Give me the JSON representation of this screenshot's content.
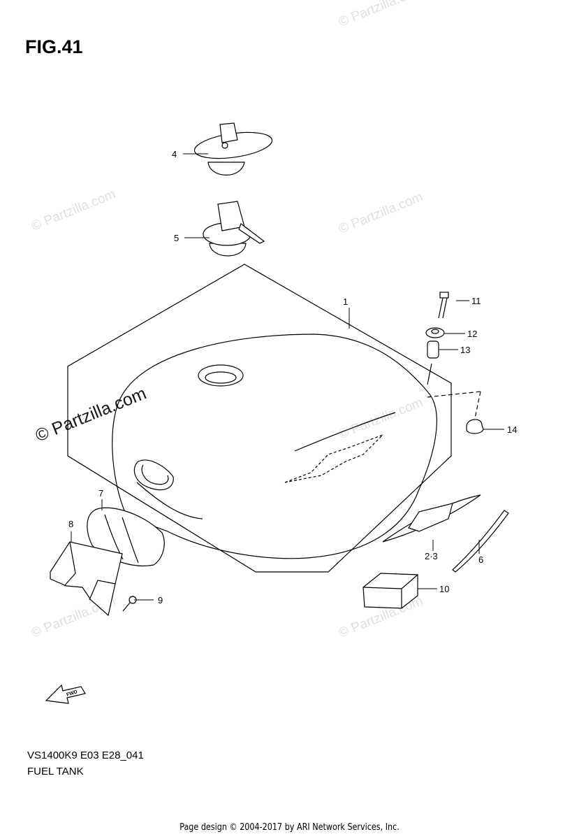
{
  "figure": {
    "title": "FIG.41",
    "model_code": "VS1400K9 E03 E28_041",
    "name": "FUEL TANK"
  },
  "callouts": [
    {
      "id": "part-1",
      "label": "1"
    },
    {
      "id": "part-2-3",
      "label": "2·3"
    },
    {
      "id": "part-4",
      "label": "4"
    },
    {
      "id": "part-5",
      "label": "5"
    },
    {
      "id": "part-6",
      "label": "6"
    },
    {
      "id": "part-7",
      "label": "7"
    },
    {
      "id": "part-8",
      "label": "8"
    },
    {
      "id": "part-9",
      "label": "9"
    },
    {
      "id": "part-10",
      "label": "10"
    },
    {
      "id": "part-11",
      "label": "11"
    },
    {
      "id": "part-12",
      "label": "12"
    },
    {
      "id": "part-13",
      "label": "13"
    },
    {
      "id": "part-14",
      "label": "14"
    }
  ],
  "fwd_arrow_text": "FWD",
  "watermark": "© Partzilla.com",
  "footer": "Page design © 2004-2017 by ARI Network Services, Inc."
}
